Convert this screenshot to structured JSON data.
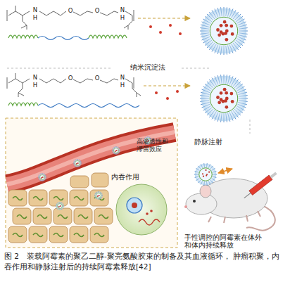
{
  "diagram": {
    "caption": "图 2　装载阿霉素的聚乙二醇-聚亮氨酸胶束的制备及其血液循环， 肿瘤积聚，内吞作用和静脉注射后的持续阿霉素释放[42]",
    "nodes": [
      {
        "text": [
          "内吞作用"
        ]
      }
    ],
    "labels": [
      "N",
      "H",
      "O",
      "O",
      "N",
      "H",
      "纳米沉淀法",
      "N",
      "H",
      "O",
      "O",
      "N",
      "H",
      "高渗透性和 滞留效应",
      "静脉注射",
      "手性调控的阿霉素在体外 和体内持续释放"
    ]
  }
}
